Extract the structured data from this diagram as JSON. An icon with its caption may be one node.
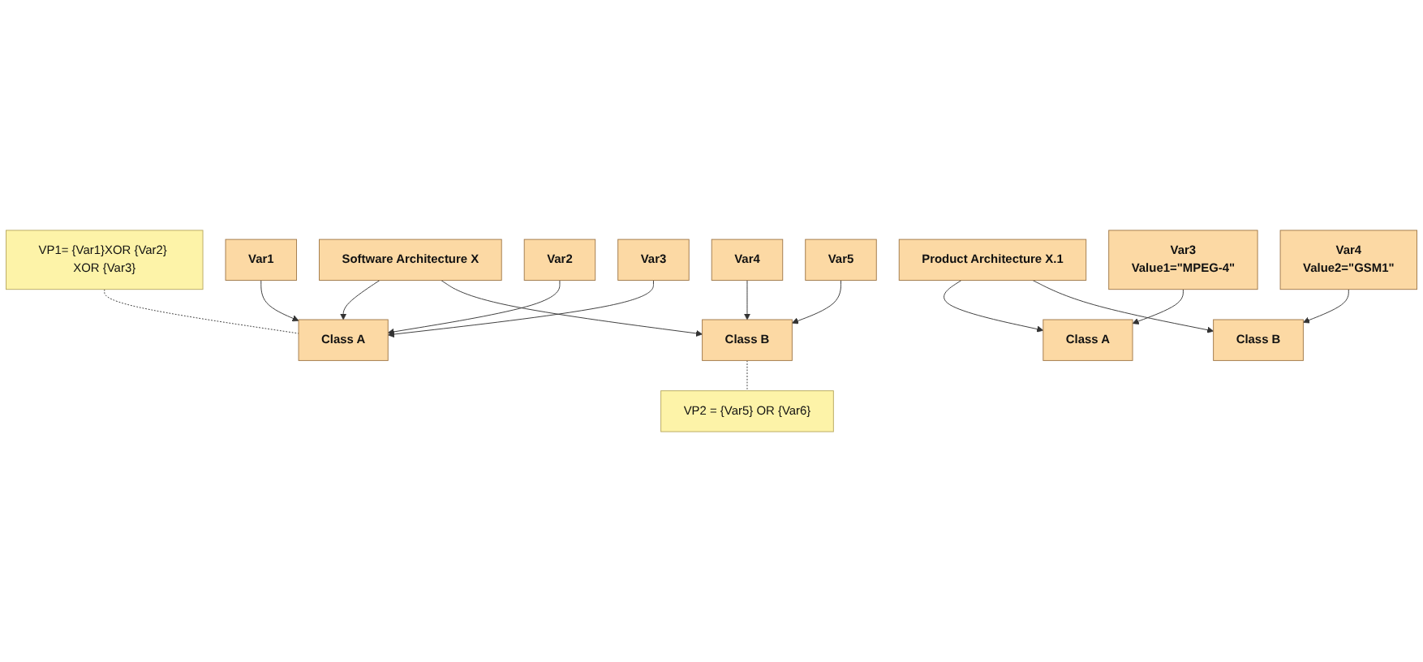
{
  "diagram": {
    "nodes": [
      {
        "text": [
          "VP1= {Var1}XOR {Var2} XOR {Var3}"
        ]
      },
      {
        "text": [
          "Software Architecture X"
        ]
      },
      {
        "text": [
          "Class A"
        ]
      },
      {
        "text": [
          "Class B"
        ]
      },
      {
        "text": [
          "VP2 = {Var5} OR {Var6}"
        ]
      },
      {
        "text": [
          "Var1"
        ]
      },
      {
        "text": [
          "Var2"
        ]
      },
      {
        "text": [
          "Var3"
        ]
      },
      {
        "text": [
          "Var4"
        ]
      },
      {
        "text": [
          "Var5"
        ]
      },
      {
        "text": [
          "Product Architecture X.1"
        ]
      },
      {
        "text": [
          "Class A"
        ]
      },
      {
        "text": [
          "Class B"
        ]
      },
      {
        "text": [
          "Var3",
          "Value1=\"MPEG-4\""
        ]
      },
      {
        "text": [
          "Var4",
          "Value2=\"GSM1\""
        ]
      }
    ],
    "edges": [
      {
        "from": 0,
        "to": 2,
        "arrow": "none",
        "style": "dashed"
      },
      {
        "from": 1,
        "to": 2,
        "arrow": "to"
      },
      {
        "from": 1,
        "to": 3,
        "arrow": "to"
      },
      {
        "from": 3,
        "to": 4,
        "arrow": "none",
        "style": "dashed"
      },
      {
        "from": 5,
        "to": 2,
        "arrow": "to"
      },
      {
        "from": 6,
        "to": 2,
        "arrow": "to"
      },
      {
        "from": 7,
        "to": 2,
        "arrow": "to"
      },
      {
        "from": 8,
        "to": 3,
        "arrow": "to"
      },
      {
        "from": 9,
        "to": 3,
        "arrow": "to"
      },
      {
        "from": 10,
        "to": 11,
        "arrow": "to"
      },
      {
        "from": 10,
        "to": 12,
        "arrow": "to"
      },
      {
        "from": 13,
        "to": 11,
        "arrow": "to"
      },
      {
        "from": 14,
        "to": 12,
        "arrow": "to"
      }
    ]
  }
}
